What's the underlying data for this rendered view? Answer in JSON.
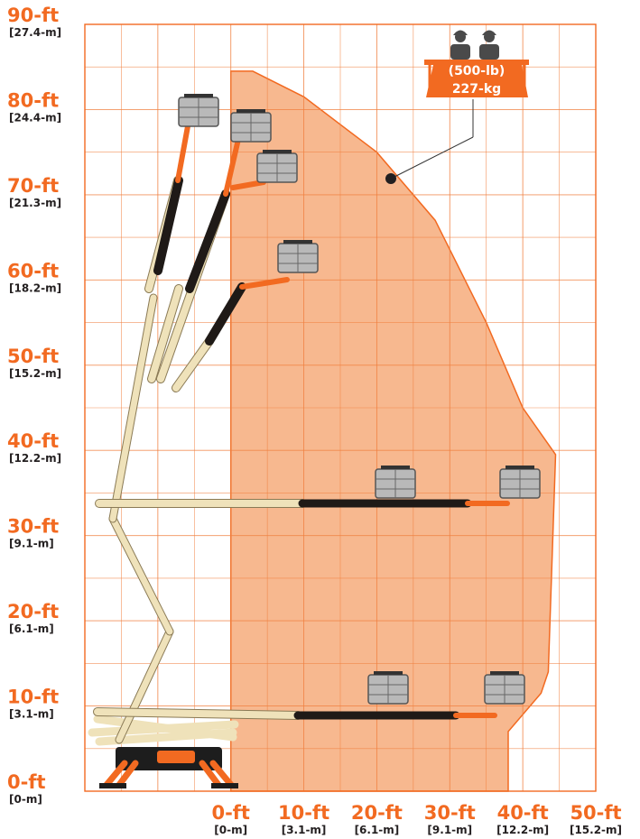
{
  "chart_data": {
    "type": "area",
    "x_ticks": [
      {
        "ft": "0-ft",
        "m": "[0-m]"
      },
      {
        "ft": "10-ft",
        "m": "[3.1-m]"
      },
      {
        "ft": "20-ft",
        "m": "[6.1-m]"
      },
      {
        "ft": "30-ft",
        "m": "[9.1-m]"
      },
      {
        "ft": "40-ft",
        "m": "[12.2-m]"
      },
      {
        "ft": "50-ft",
        "m": "[15.2-m]"
      }
    ],
    "y_ticks": [
      {
        "ft": "0-ft",
        "m": "[0-m]"
      },
      {
        "ft": "10-ft",
        "m": "[3.1-m]"
      },
      {
        "ft": "20-ft",
        "m": "[6.1-m]"
      },
      {
        "ft": "30-ft",
        "m": "[9.1-m]"
      },
      {
        "ft": "40-ft",
        "m": "[12.2-m]"
      },
      {
        "ft": "50-ft",
        "m": "[15.2-m]"
      },
      {
        "ft": "60-ft",
        "m": "[18.2-m]"
      },
      {
        "ft": "70-ft",
        "m": "[21.3-m]"
      },
      {
        "ft": "80-ft",
        "m": "[24.4-m]"
      },
      {
        "ft": "90-ft",
        "m": "[27.4-m]"
      }
    ],
    "xlim": [
      -20,
      50
    ],
    "ylim": [
      0,
      90
    ],
    "grid": true,
    "work_envelope_ft": [
      [
        0,
        0
      ],
      [
        0,
        84.5
      ],
      [
        3,
        84.5
      ],
      [
        10,
        81.5
      ],
      [
        20,
        75
      ],
      [
        28,
        67
      ],
      [
        35,
        55
      ],
      [
        40,
        45
      ],
      [
        44.5,
        39.5
      ],
      [
        43.5,
        14
      ],
      [
        42.5,
        11.5
      ],
      [
        38,
        7
      ],
      [
        38,
        0
      ]
    ],
    "capacity": {
      "line1": "(500-lb)",
      "line2": "227-kg"
    },
    "colors": {
      "accent": "#f26a21",
      "envelope_fill": "#f7b88f",
      "grid": "#f08040",
      "boom": "#efe2ba",
      "boom_dark": "#1f1a17",
      "platform": "#b9b9b9",
      "text_dark": "#231f20"
    }
  }
}
